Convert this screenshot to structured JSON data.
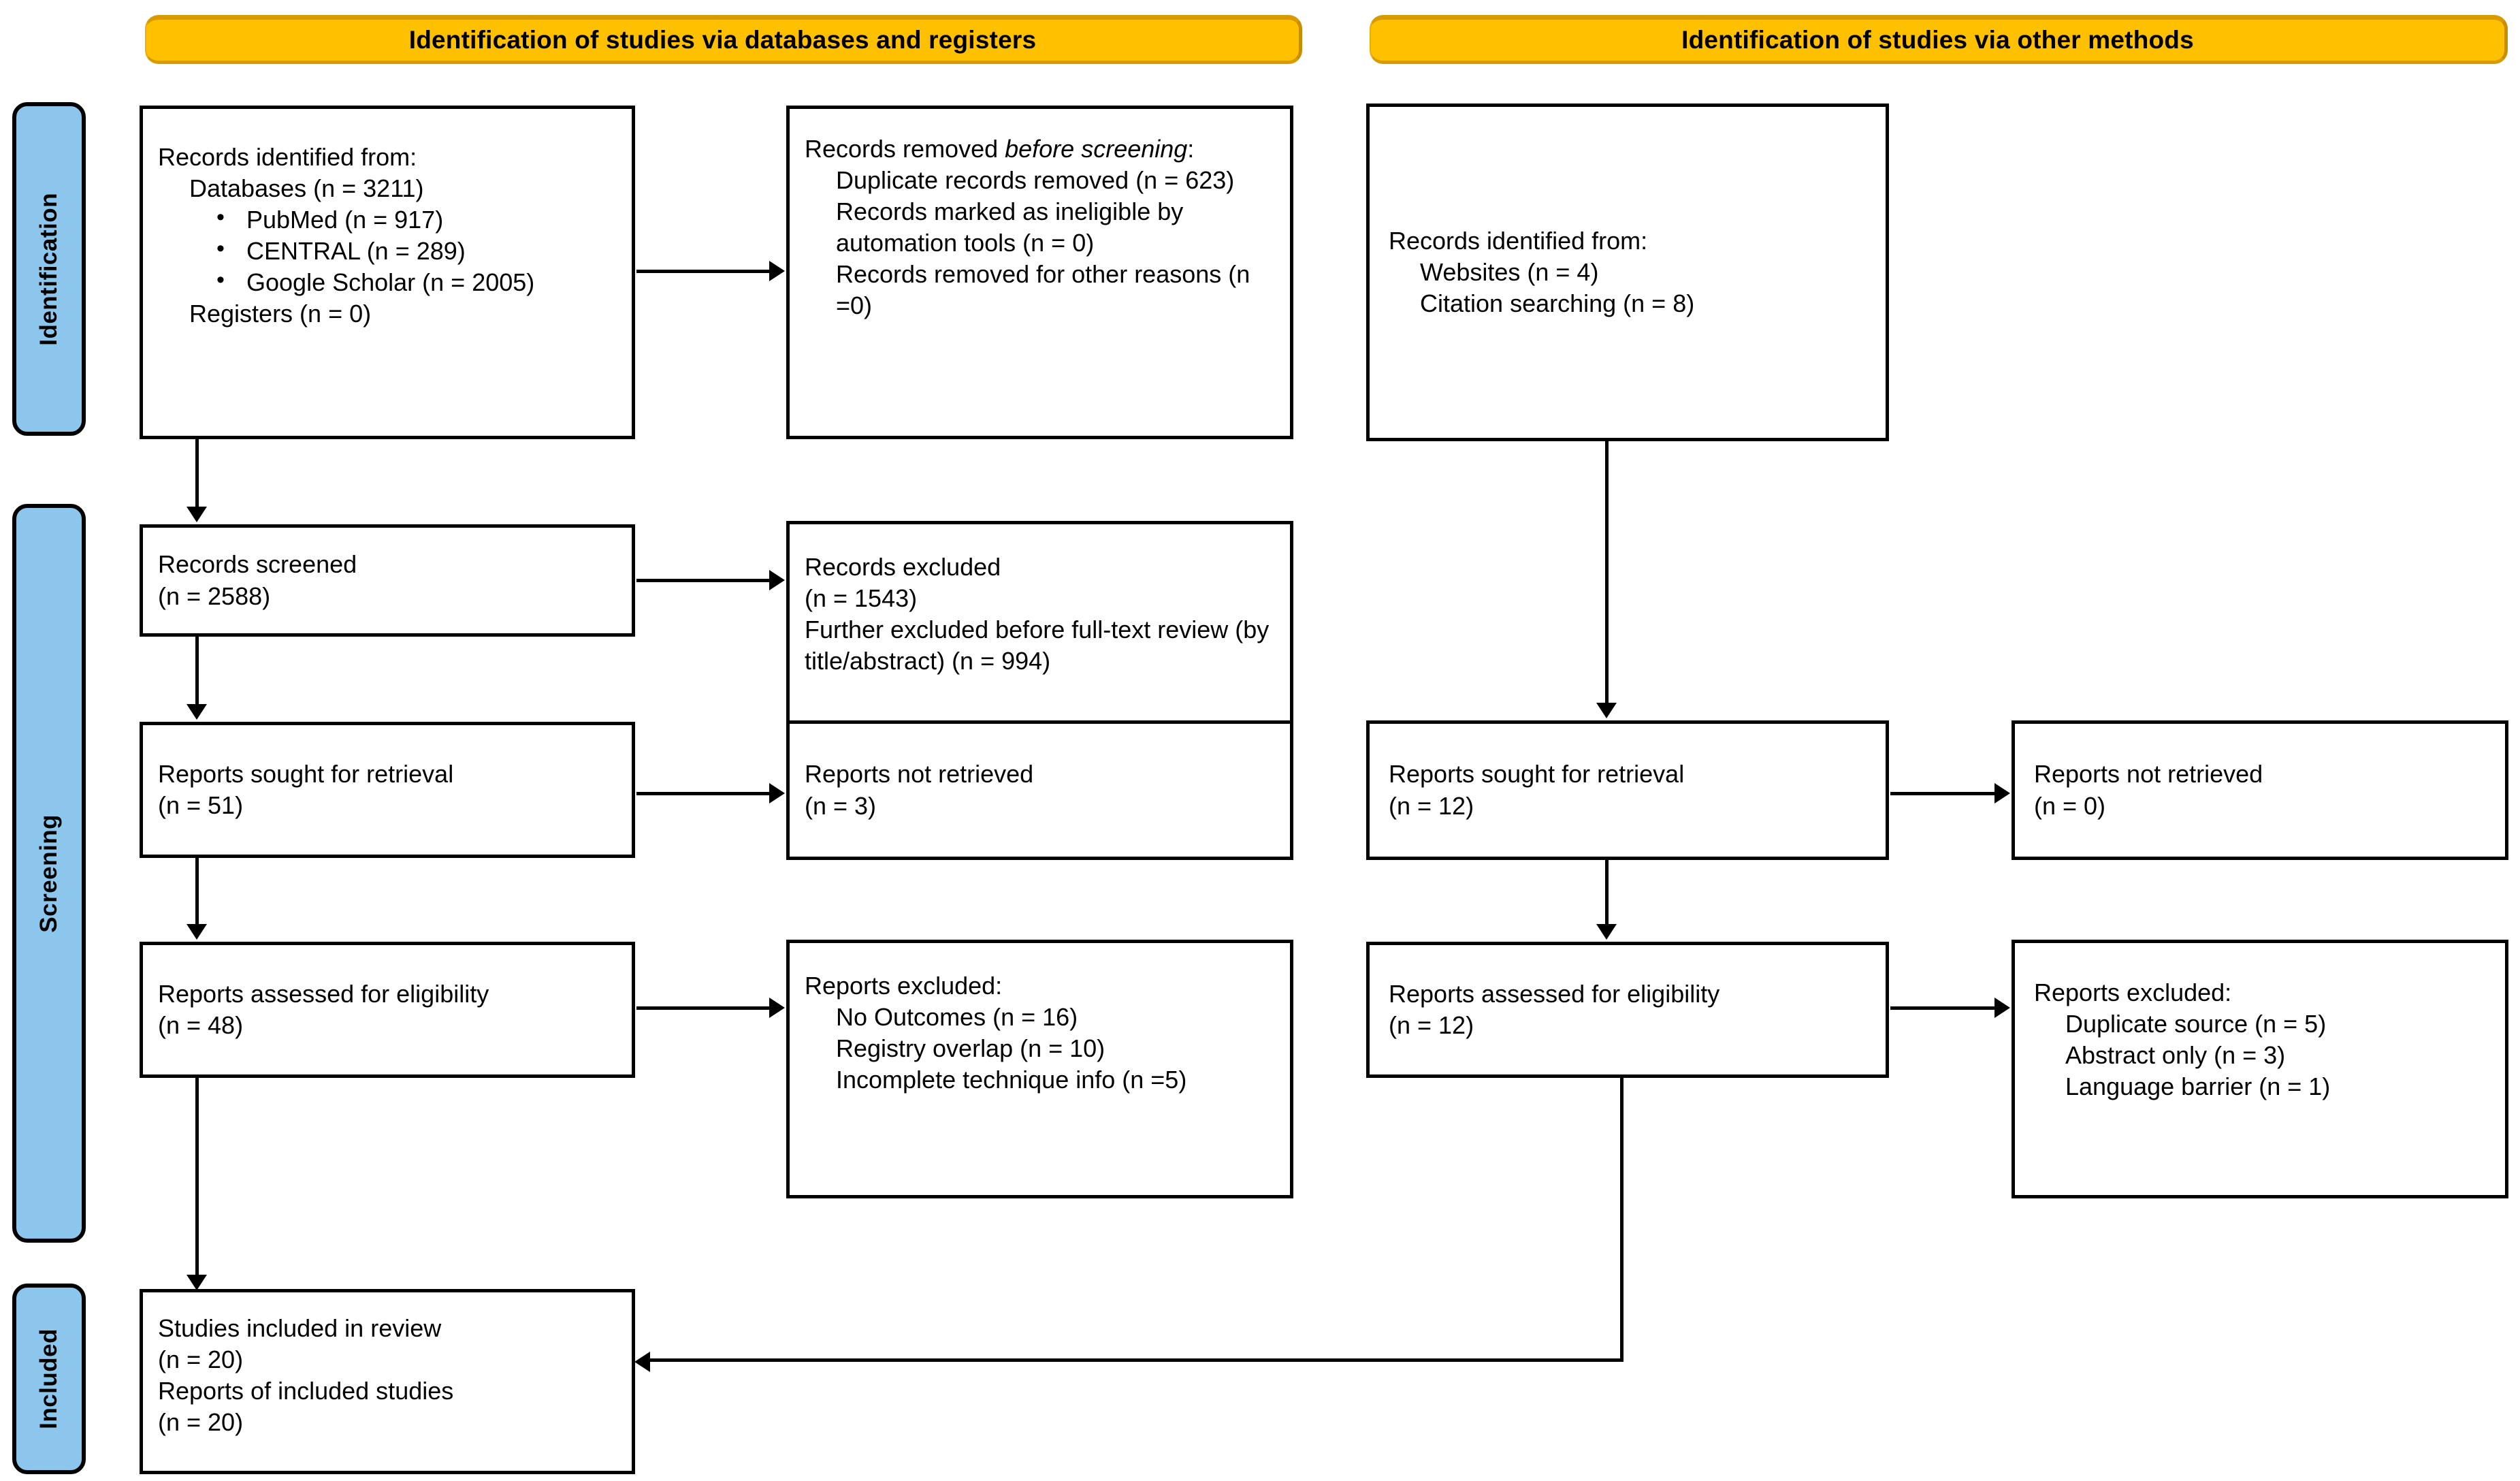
{
  "diagram": {
    "type": "prisma-flow-diagram",
    "headers": [
      {
        "id": "databases",
        "label": "Identification of studies via databases and registers"
      },
      {
        "id": "other",
        "label": "Identification of studies via other methods"
      }
    ],
    "stages": [
      {
        "id": "identification",
        "label": "Identification"
      },
      {
        "id": "screening",
        "label": "Screening"
      },
      {
        "id": "included",
        "label": "Included"
      }
    ],
    "colors": {
      "header_fill": "#FFC000",
      "header_edge": "#D79B00",
      "stage_fill": "#8CC6EC",
      "box_border": "#000000",
      "box_fill": "#FFFFFF",
      "text": "#000000"
    },
    "boxes": {
      "records_identified": {
        "title": "Records identified from:",
        "sub1": "Databases (n = 3211)",
        "bullets": [
          "PubMed (n = 917)",
          "CENTRAL (n = 289)",
          "Google Scholar (n = 2005)"
        ],
        "sub2": "Registers (n = 0)"
      },
      "records_removed": {
        "title_plain": "Records removed ",
        "title_italic": "before screening",
        "title_colon": ":",
        "items": [
          "Duplicate records removed (n = 623)",
          "Records marked as ineligible by automation tools (n = 0)",
          "Records removed for other reasons (n =0)"
        ]
      },
      "records_screened": {
        "l1": "Records screened",
        "l2": "(n = 2588)"
      },
      "records_excluded": {
        "l1": "Records excluded",
        "l2": "(n = 1543)",
        "l3": "Further excluded before full-text review (by title/abstract) (n = 994)"
      },
      "reports_sought_left": {
        "l1": "Reports sought for retrieval",
        "l2": "(n = 51)"
      },
      "reports_not_retrieved_left": {
        "l1": "Reports not retrieved",
        "l2": "(n = 3)"
      },
      "reports_assessed_left": {
        "l1": "Reports assessed for eligibility",
        "l2": "(n = 48)"
      },
      "reports_excluded_left": {
        "title": "Reports excluded:",
        "items": [
          "No Outcomes (n = 16)",
          "Registry overlap (n = 10)",
          "Incomplete technique info (n =5)"
        ]
      },
      "records_identified_other": {
        "title": "Records identified from:",
        "items": [
          "Websites (n = 4)",
          "Citation searching (n = 8)"
        ]
      },
      "reports_sought_right": {
        "l1": "Reports sought for retrieval",
        "l2": "(n = 12)"
      },
      "reports_not_retrieved_right": {
        "l1": "Reports not retrieved",
        "l2": "(n = 0)"
      },
      "reports_assessed_right": {
        "l1": "Reports assessed for eligibility",
        "l2": "(n = 12)"
      },
      "reports_excluded_right": {
        "title": "Reports excluded:",
        "items": [
          "Duplicate source (n = 5)",
          "Abstract only (n = 3)",
          "Language barrier (n = 1)"
        ]
      },
      "studies_included": {
        "l1": "Studies included in review",
        "l2": "(n = 20)",
        "l3": "Reports of included studies",
        "l4": "(n = 20)"
      }
    }
  }
}
